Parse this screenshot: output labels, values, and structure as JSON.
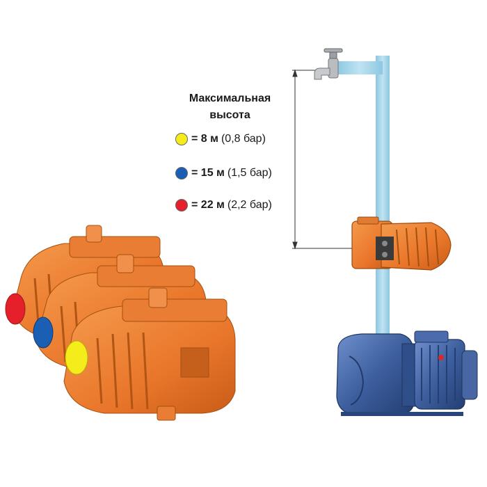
{
  "legend": {
    "title_line1": "Максимальная",
    "title_line2": "высота",
    "items": [
      {
        "value": "= 8 м",
        "pressure": "(0,8 бар)",
        "color": "#f5ec1c"
      },
      {
        "value": "= 15 м",
        "pressure": "(1,5 бар)",
        "color": "#1b5fb5"
      },
      {
        "value": "= 22 м",
        "pressure": "(2,2 бар)",
        "color": "#e5202a"
      }
    ]
  },
  "colors": {
    "pipe": "#a6d6ea",
    "device_orange": "#ea7a2a",
    "pump_blue": "#3d5f9e",
    "dimension_line": "#333333"
  },
  "icons": [
    "water-faucet-icon",
    "pressure-switch",
    "surface-pump"
  ]
}
